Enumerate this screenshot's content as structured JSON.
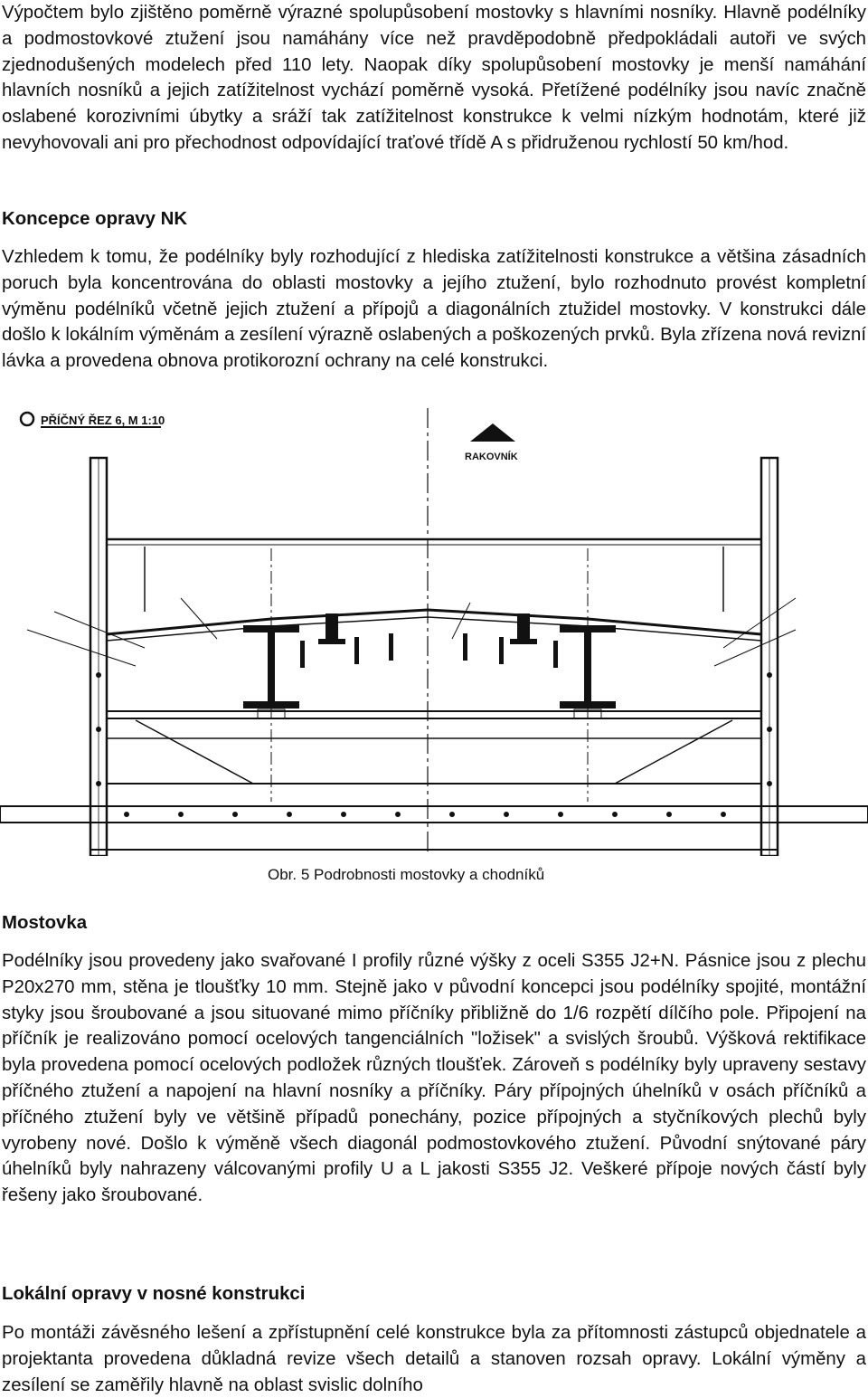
{
  "paragraphs": {
    "intro": "Výpočtem bylo zjištěno poměrně výrazné spolupůsobení mostovky s hlavními nosníky. Hlavně podélníky a podmostovkové ztužení jsou namáhány více než pravděpodobně předpokládali autoři ve svých zjednodušených modelech před 110 lety. Naopak díky spolupůsobení mostovky je menší namáhání hlavních nosníků a jejich zatížitelnost vychází poměrně vysoká. Přetížené podélníky jsou navíc značně oslabené korozivními úbytky a sráží tak zatížitelnost konstrukce k velmi nízkým hodnotám, které již nevyhovovali ani pro přechodnost odpovídající traťové třídě A s přidruženou rychlostí 50 km/hod.",
    "concept": "Vzhledem k tomu, že podélníky byly rozhodující z hlediska zatížitelnosti konstrukce a většina zásadních poruch byla koncentrována do oblasti mostovky a jejího ztužení, bylo rozhodnuto provést kompletní výměnu podélníků včetně jejich ztužení a přípojů a diagonálních ztužidel mostovky. V konstrukci dále došlo k lokálním výměnám a zesílení výrazně oslabených a poškozených prvků. Byla zřízena nová revizní lávka a provedena obnova protikorozní ochrany na celé konstrukci.",
    "deck": "Podélníky jsou provedeny jako svařované I profily různé výšky z oceli S355 J2+N. Pásnice jsou z plechu P20x270 mm, stěna je tloušťky 10 mm. Stejně jako v původní koncepci jsou podélníky spojité, montážní styky jsou šroubované a jsou situované mimo příčníky přibližně do 1/6 rozpětí dílčího pole. Připojení na příčník je realizováno pomocí ocelových tangenciálních \"ložisek\" a svislých šroubů. Výšková rektifikace byla provedena pomocí ocelových podložek různých tloušťek. Zároveň s podélníky byly upraveny sestavy příčného ztužení a napojení na hlavní nosníky a příčníky. Páry přípojných úhelníků v osách příčníků a příčného ztužení byly ve většině případů ponechány, pozice přípojných a styčníkových plechů byly vyrobeny nové. Došlo k výměně všech diagonál podmostovkového ztužení. Původní snýtované páry úhelníků byly nahrazeny válcovanými profily U a L jakosti S355 J2. Veškeré přípoje nových částí byly řešeny jako šroubované.",
    "local": "Po montáži závěsného lešení a zpřístupnění celé konstrukce byla za přítomnosti zástupců objednatele a projektanta provedena důkladná revize všech detailů a stanoven rozsah opravy. Lokální výměny a zesílení se zaměřily hlavně na oblast svislic dolního"
  },
  "headings": {
    "concept": "Koncepce opravy NK",
    "deck": "Mostovka",
    "local": "Lokální opravy v nosné konstrukci"
  },
  "figure": {
    "title": "PŘÍČNÝ ŘEZ 6, M 1:10",
    "direction_label": "RAKOVNÍK",
    "caption": "Obr. 5  Podrobnosti mostovky a chodníků"
  }
}
